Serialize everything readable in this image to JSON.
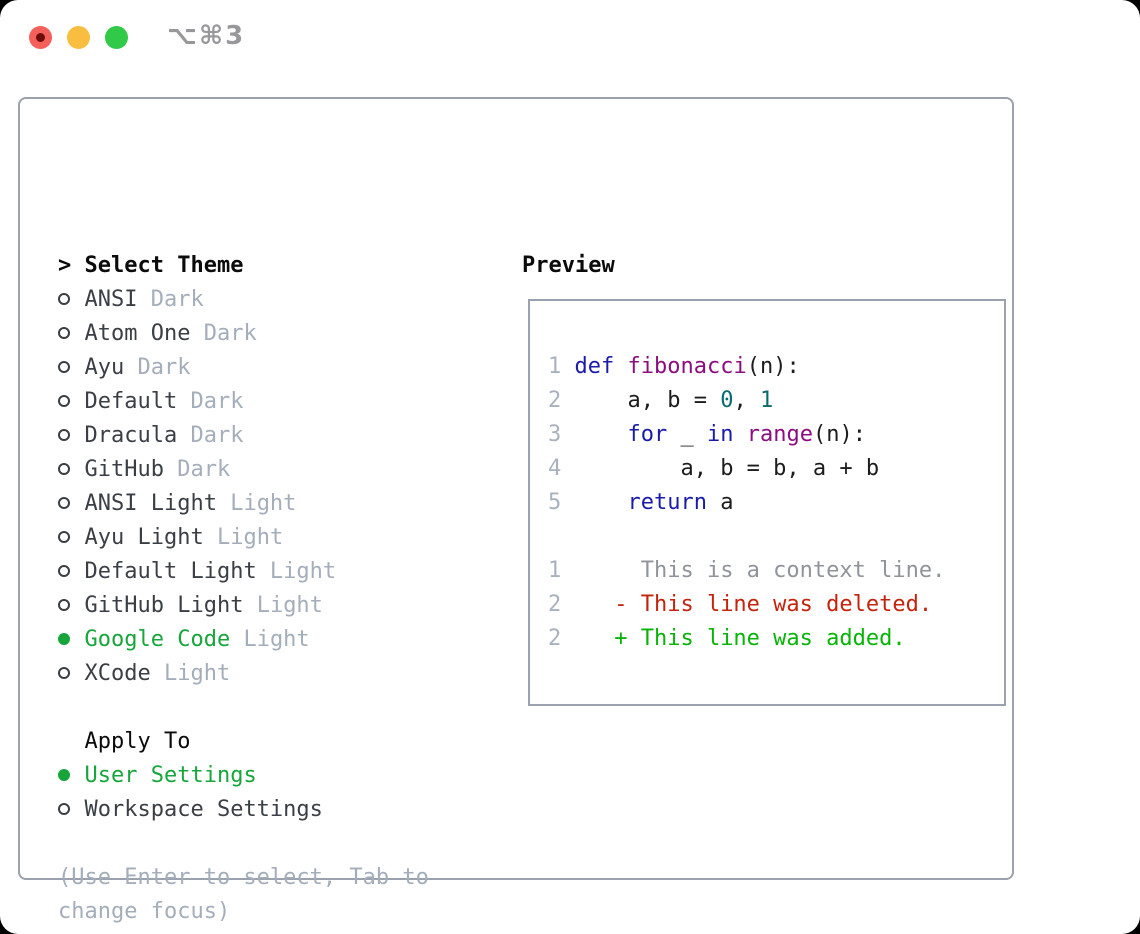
{
  "window": {
    "title": "⌥⌘3"
  },
  "traffic_lights": [
    {
      "name": "close",
      "color": "#f4615a"
    },
    {
      "name": "minimize",
      "color": "#f9bd3f"
    },
    {
      "name": "zoom",
      "color": "#30c948"
    }
  ],
  "theme_panel": {
    "header": {
      "marker": ">",
      "label": "Select Theme"
    },
    "themes": [
      {
        "name": "ANSI",
        "variant": "Dark",
        "selected": false
      },
      {
        "name": "Atom One",
        "variant": "Dark",
        "selected": false
      },
      {
        "name": "Ayu",
        "variant": "Dark",
        "selected": false
      },
      {
        "name": "Default",
        "variant": "Dark",
        "selected": false
      },
      {
        "name": "Dracula",
        "variant": "Dark",
        "selected": false
      },
      {
        "name": "GitHub",
        "variant": "Dark",
        "selected": false
      },
      {
        "name": "ANSI Light",
        "variant": "Light",
        "selected": false
      },
      {
        "name": "Ayu Light",
        "variant": "Light",
        "selected": false
      },
      {
        "name": "Default Light",
        "variant": "Light",
        "selected": false
      },
      {
        "name": "GitHub Light",
        "variant": "Light",
        "selected": false
      },
      {
        "name": "Google Code",
        "variant": "Light",
        "selected": true
      },
      {
        "name": "XCode",
        "variant": "Light",
        "selected": false
      }
    ],
    "apply_to": {
      "label": "Apply To",
      "options": [
        {
          "name": "User Settings",
          "selected": true
        },
        {
          "name": "Workspace Settings",
          "selected": false
        }
      ]
    },
    "hint_lines": [
      "(Use Enter to select, Tab to",
      "change focus)"
    ]
  },
  "preview": {
    "title": "Preview",
    "code_lines": [
      {
        "num": "1",
        "tokens": [
          {
            "t": " ",
            "c": "pl"
          },
          {
            "t": "def",
            "c": "kw"
          },
          {
            "t": " ",
            "c": "pl"
          },
          {
            "t": "fibonacci",
            "c": "fn"
          },
          {
            "t": "(n):",
            "c": "pl"
          }
        ]
      },
      {
        "num": "2",
        "tokens": [
          {
            "t": "     a, b = ",
            "c": "pl"
          },
          {
            "t": "0",
            "c": "lit"
          },
          {
            "t": ", ",
            "c": "pl"
          },
          {
            "t": "1",
            "c": "lit"
          }
        ]
      },
      {
        "num": "3",
        "tokens": [
          {
            "t": "     ",
            "c": "pl"
          },
          {
            "t": "for",
            "c": "kw"
          },
          {
            "t": " _ ",
            "c": "pl"
          },
          {
            "t": "in",
            "c": "kw"
          },
          {
            "t": " ",
            "c": "pl"
          },
          {
            "t": "range",
            "c": "fn"
          },
          {
            "t": "(n):",
            "c": "pl"
          }
        ]
      },
      {
        "num": "4",
        "tokens": [
          {
            "t": "         a, b = b, a + b",
            "c": "pl"
          }
        ]
      },
      {
        "num": "5",
        "tokens": [
          {
            "t": "     ",
            "c": "pl"
          },
          {
            "t": "return",
            "c": "kw"
          },
          {
            "t": " a",
            "c": "pl"
          }
        ]
      }
    ],
    "diff_lines": [
      {
        "num": "1",
        "text": "      This is a context line.",
        "kind": "context"
      },
      {
        "num": "2",
        "text": "    - This line was deleted.",
        "kind": "deleted"
      },
      {
        "num": "2",
        "text": "    + This line was added.",
        "kind": "added"
      }
    ]
  },
  "colors": {
    "border": "#9aa2ad",
    "heading": "#0b0b0b",
    "name": "#3a3f45",
    "muted": "#a4aebb",
    "green": "#17a53c",
    "title_gray": "#97979c",
    "tl_red": "#f4615a",
    "tl_red_dot": "#6e0b0b",
    "tl_yellow": "#f9bd3f",
    "tl_green": "#30c948",
    "kw": "#1b1ba9",
    "fn": "#8c0d7e",
    "lit": "#0a6a6e",
    "pl": "#1c1c1e",
    "ln": "#a8b2bf",
    "ctx": "#8f949b",
    "del": "#c4230d",
    "add": "#07b407"
  }
}
